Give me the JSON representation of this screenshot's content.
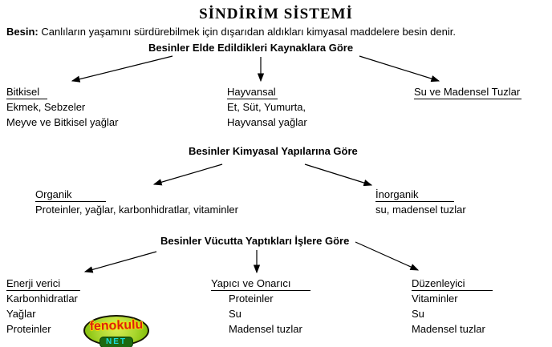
{
  "title": "SİNDİRİM SİSTEMİ",
  "definition": {
    "term": "Besin:",
    "text": " Canlıların yaşamını sürdürebilmek için dışarıdan aldıkları kimyasal maddelere besin denir."
  },
  "sections": [
    {
      "heading": "Besinler Elde Edildikleri Kaynaklara Göre",
      "columns": [
        {
          "label": "Bitkisel",
          "items": [
            "Ekmek, Sebzeler",
            "Meyve ve Bitkisel yağlar"
          ]
        },
        {
          "label": "Hayvansal",
          "items": [
            "Et, Süt, Yumurta,",
            "Hayvansal yağlar"
          ]
        },
        {
          "label": "Su ve Madensel Tuzlar",
          "items": []
        }
      ]
    },
    {
      "heading": "Besinler Kimyasal Yapılarına Göre",
      "columns": [
        {
          "label": "Organik",
          "items": [
            "Proteinler, yağlar, karbonhidratlar, vitaminler"
          ]
        },
        {
          "label": "İnorganik",
          "items": [
            "su, madensel tuzlar"
          ]
        }
      ]
    },
    {
      "heading": "Besinler Vücutta Yaptıkları İşlere Göre",
      "columns": [
        {
          "label": "Enerji verici",
          "items": [
            "Karbonhidratlar",
            "Yağlar",
            "Proteinler"
          ]
        },
        {
          "label": "Yapıcı ve Onarıcı",
          "items": [
            "Proteinler",
            "Su",
            "Madensel tuzlar"
          ]
        },
        {
          "label": "Düzenleyici",
          "items": [
            "Vitaminler",
            "Su",
            "Madensel tuzlar"
          ]
        }
      ]
    }
  ],
  "logo": {
    "word": "fenokulu",
    "sub": "NET",
    "colors": {
      "ellipse_fill": "#a8d62e",
      "ellipse_border": "#141400",
      "word_color": "#d92211",
      "word_outline": "#f5e400",
      "sub_color": "#19e0e0",
      "sub_background": "#1c6a10"
    }
  },
  "arrow_color": "#000000"
}
